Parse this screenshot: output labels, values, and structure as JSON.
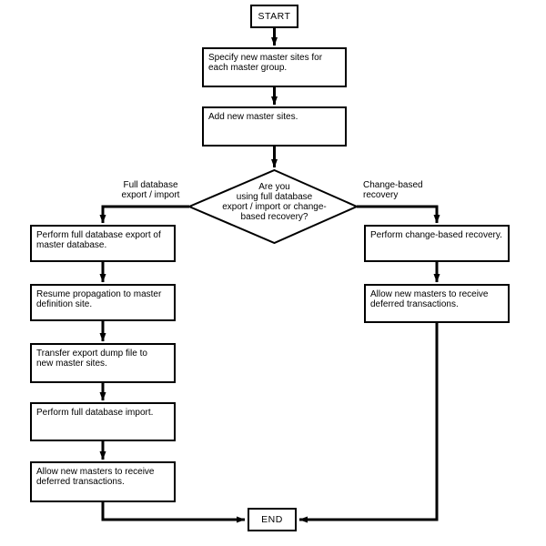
{
  "diagram": {
    "background_color": "#ffffff",
    "line_color": "#000000",
    "nodes": {
      "start": "START",
      "specify_masters": "Specify new master sites for\neach master group.",
      "add_masters": "Add new master sites.",
      "decision": "Are you\nusing full database\nexport / import or change-\nbased recovery?",
      "branch_left_label": "Full database\nexport / import",
      "branch_right_label": "Change-based\nrecovery",
      "full_export": "Perform full database export of\nmaster database.",
      "resume_propagation": "Resume propagation to master\ndefinition site.",
      "transfer_dump": "Transfer export dump file to\nnew master sites.",
      "full_import": "Perform full database import.",
      "allow_deferred_left": "Allow new masters to receive\ndeferred transactions.",
      "change_recovery": "Perform change-based recovery.",
      "allow_deferred_right": "Allow new masters to receive\ndeferred transactions.",
      "end": "END"
    }
  }
}
